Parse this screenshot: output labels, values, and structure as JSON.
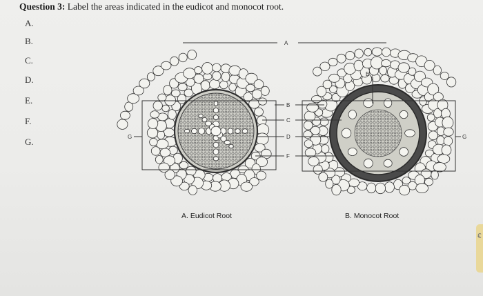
{
  "question": {
    "number_label": "Question 3:",
    "text": "Label the areas indicated in the eudicot and monocot root."
  },
  "answer_items": [
    "A.",
    "B.",
    "C.",
    "D.",
    "E.",
    "F.",
    "G."
  ],
  "figure": {
    "captions": {
      "eudicot": "A. Eudicot Root",
      "monocot": "B. Monocot Root"
    },
    "labels": {
      "a": "A",
      "b": "B",
      "c": "C",
      "d": "D",
      "e": "E",
      "f": "F",
      "g_left": "G",
      "g_right": "G"
    },
    "colors": {
      "cell_outline": "#333333",
      "cell_fill": "#f2f2ee",
      "stele_fill": "#bdbdb6",
      "ring_dark": "#3a3a3a"
    }
  },
  "edge_tab": {
    "text": "€"
  }
}
